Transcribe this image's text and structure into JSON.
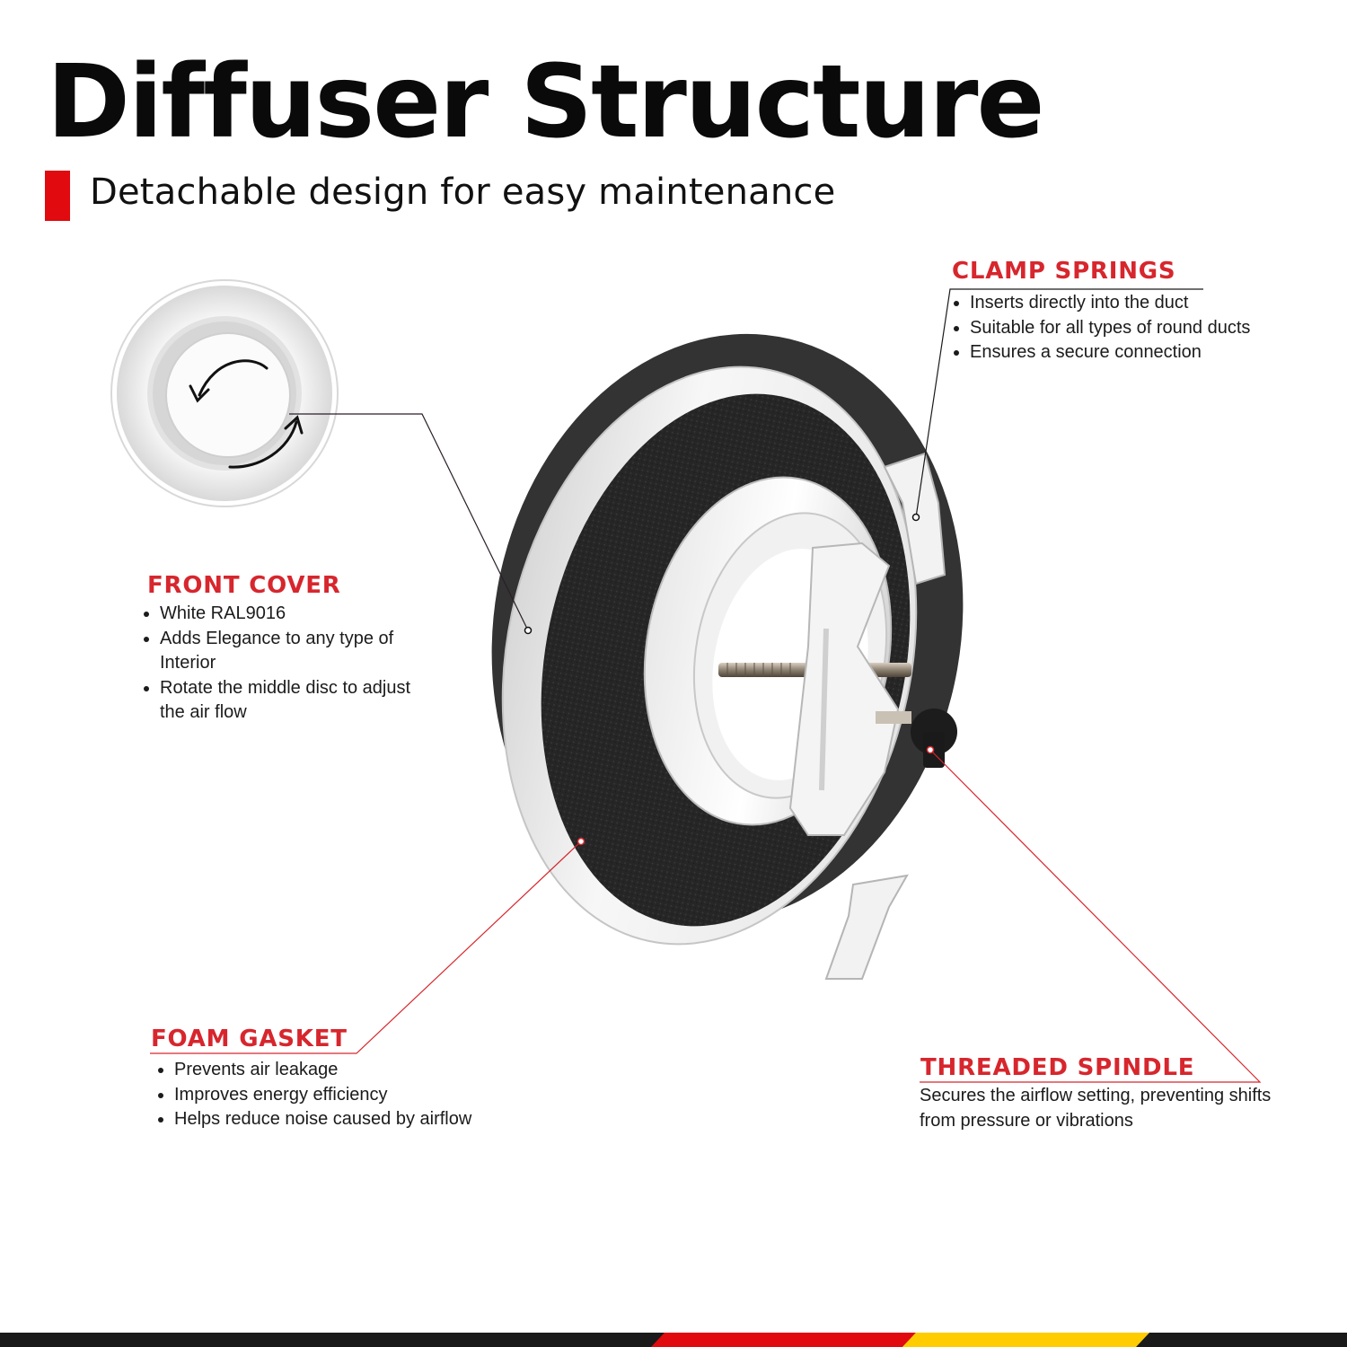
{
  "title": "Diffuser Structure",
  "subtitle": "Detachable design for easy maintenance",
  "colors": {
    "accent_red": "#e00a0f",
    "heading_red": "#d7262d",
    "band_yellow": "#ffcc00",
    "band_black": "#1a1a1a"
  },
  "callouts": {
    "clamp_springs": {
      "heading": "CLAMP SPRINGS",
      "bullets": [
        "Inserts directly into the duct",
        "Suitable for all types of round ducts",
        "Ensures a secure connection"
      ]
    },
    "front_cover": {
      "heading": "FRONT COVER",
      "bullets": [
        "White RAL9016",
        "Adds Elegance to any type of Interior",
        "Rotate the middle disc to adjust the air flow"
      ]
    },
    "foam_gasket": {
      "heading": "FOAM GASKET",
      "bullets": [
        "Prevents air leakage",
        "Improves energy efficiency",
        "Helps reduce noise caused by airflow"
      ]
    },
    "threaded_spindle": {
      "heading": "THREADED SPINDLE",
      "description": "Secures the airflow setting, preventing shifts from pressure or vibrations"
    }
  },
  "icons": [
    "rotate-arrows-icon",
    "leader-dot-icon"
  ]
}
